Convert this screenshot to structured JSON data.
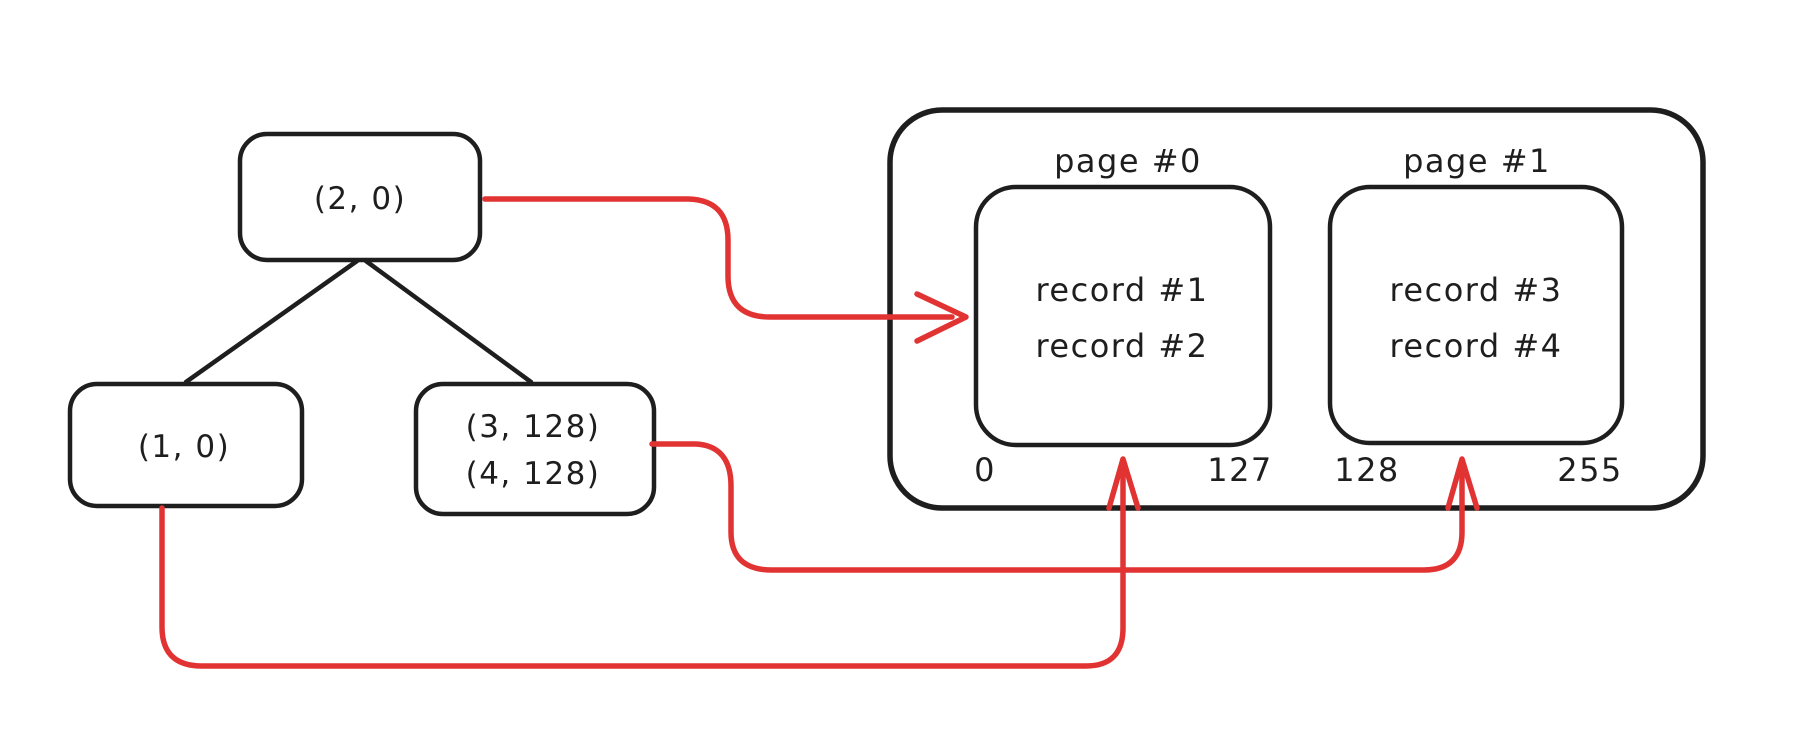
{
  "colors": {
    "node_fill": "#b2f0bb",
    "page_fill": "#ffec99",
    "outline": "#1e1e1e",
    "arrow": "#e23333",
    "background": "#ffffff"
  },
  "tree": {
    "nodes": [
      {
        "id": "root",
        "lines": [
          "(2, 0)"
        ]
      },
      {
        "id": "left",
        "lines": [
          "(1, 0)"
        ]
      },
      {
        "id": "right",
        "lines": [
          "(3, 128)",
          "(4, 128)"
        ]
      }
    ]
  },
  "disk": {
    "pages": [
      {
        "title": "page #0",
        "records": [
          "record #1",
          "record #2"
        ],
        "offset_start": "0",
        "offset_end": "127"
      },
      {
        "title": "page #1",
        "records": [
          "record #3",
          "record #4"
        ],
        "offset_start": "128",
        "offset_end": "255"
      }
    ]
  }
}
